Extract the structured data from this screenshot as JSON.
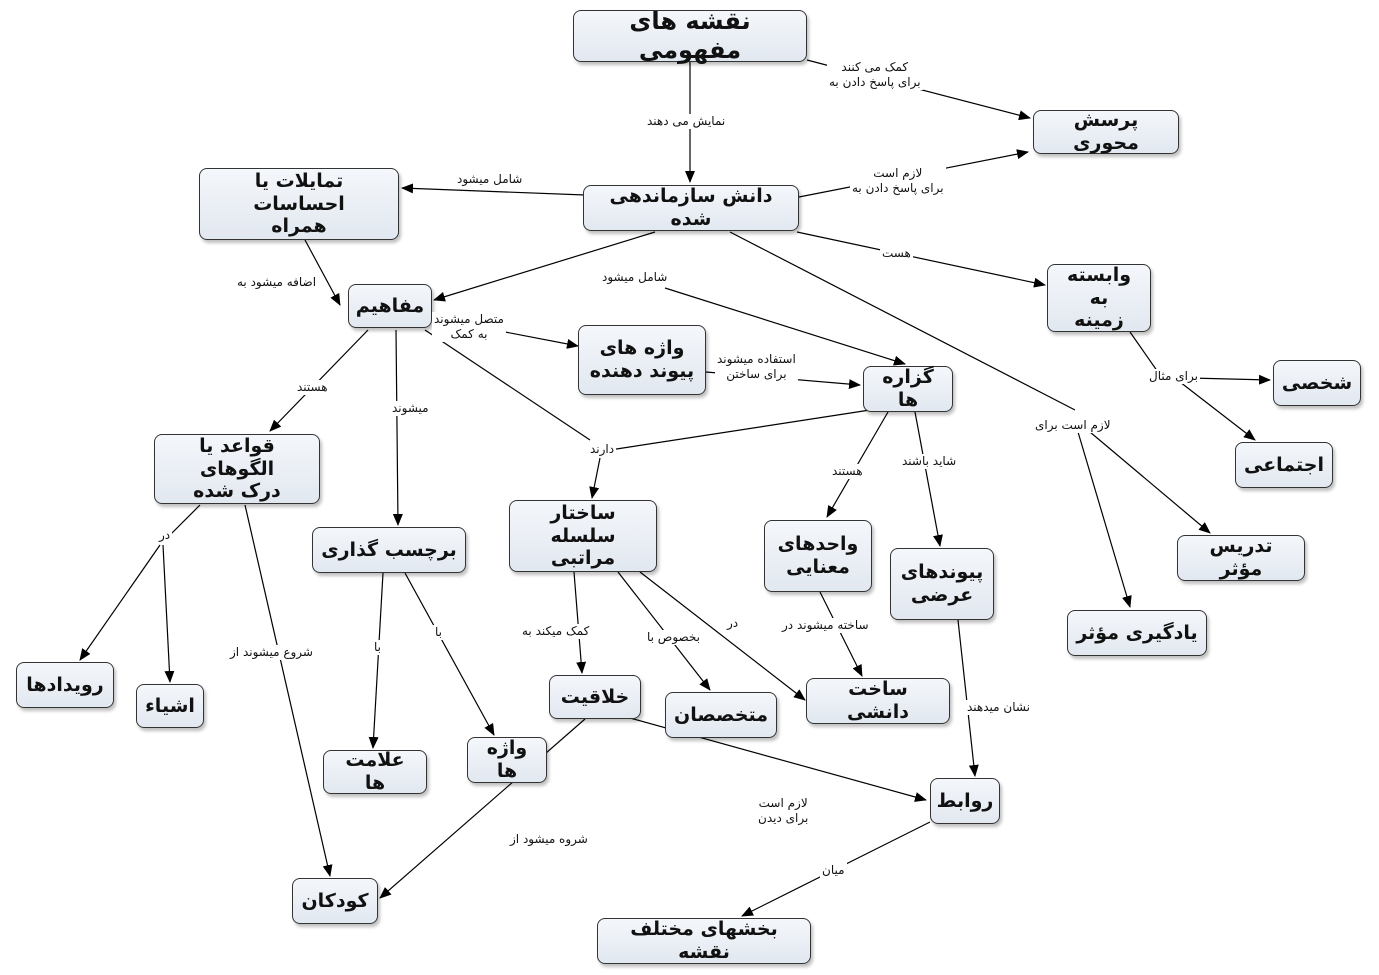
{
  "diagram": {
    "nodes": {
      "concept_maps": "نقشه های مفهومی",
      "focus_question": "پرسش محوری",
      "organized_knowledge": "دانش سازماندهی شده",
      "feelings": "تمایلات یا احساسات\nهمراه",
      "context_dependent": "وابسته به\nزمینه",
      "personal": "شخصی",
      "social": "اجتماعی",
      "concepts": "مفاهیم",
      "linking_words": "واژه های\nپیوند دهنده",
      "propositions": "گزاره ها",
      "rules_patterns": "قواعد یا الگوهای\nدرک شده",
      "labeling": "برچسب گذاری",
      "hierarchy": "ساختار\nسلسله مراتبی",
      "meaning_units": "واحدهای\nمعنایی",
      "cross_links": "پیوندهای\nعرضی",
      "effective_teaching": "تدریس مؤثر",
      "effective_learning": "یادگیری مؤثر",
      "events": "رویدادها",
      "objects": "اشیاء",
      "signs": "علامت ها",
      "words": "واژه ها",
      "creativity": "خلاقیت",
      "experts": "متخصصان",
      "knowledge_building": "ساخت دانشی",
      "relations": "روابط",
      "children": "کودکان",
      "map_parts": "بخشهای مختلف نقشه"
    },
    "edge_labels": {
      "help_answer": "کمک می کنند\nبرای پاسخ دادن به",
      "show": "نمایش می دهند",
      "needed_answer": "لازم است\nبرای پاسخ دادن به",
      "includes_feelings": "شامل میشود",
      "is": "هست",
      "for_example": "برای مثال",
      "includes_concepts": "شامل میشود",
      "added_to": "اضافه میشود به",
      "connected_with": "متصل میشوند\nبه کمک",
      "used_for": "استفاده میشوند\nبرای ساختن",
      "needed_for": "لازم است برای",
      "are": "هستند",
      "become": "میشوند",
      "have": "دارند",
      "are_units": "هستند",
      "may_be": "شاید باشند",
      "in_objects": "در",
      "start_from_children": "شروع میشوند از",
      "with_signs": "با",
      "with_words": "با",
      "helps": "کمک میکند به",
      "especially": "بخصوص با",
      "in_knowledge": "در",
      "built_in": "ساخته میشوند در",
      "show_relations": "نشان میدهند",
      "needed_to_see": "لازم است\nبرای دیدن",
      "start_from": "شروه میشود از",
      "between": "میان"
    }
  }
}
